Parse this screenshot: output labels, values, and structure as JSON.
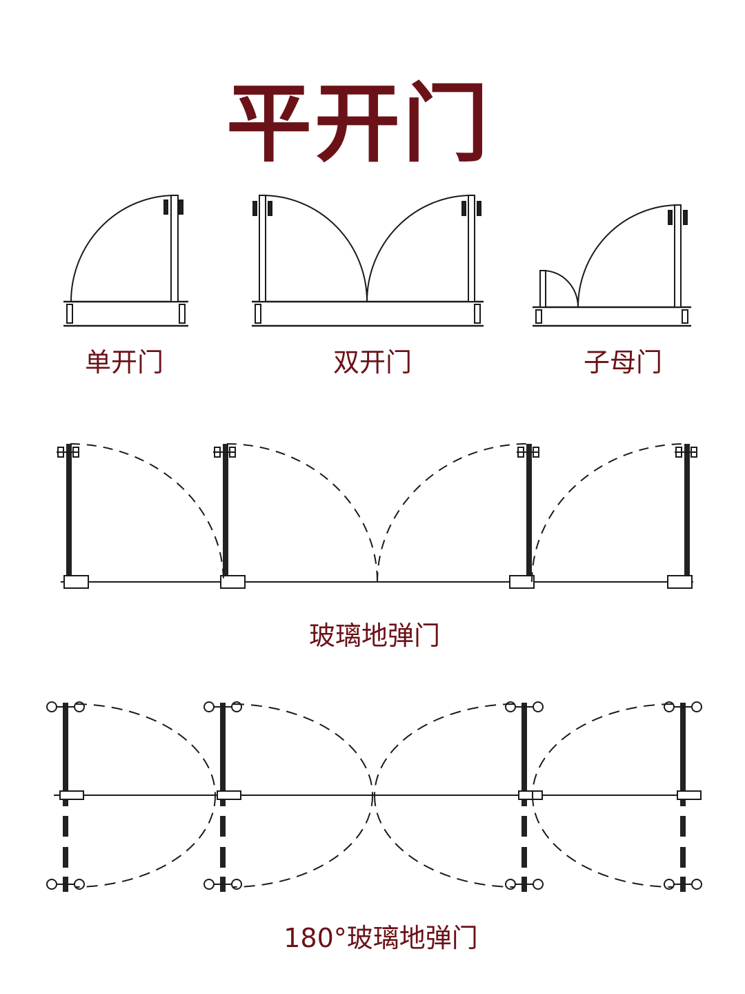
{
  "title": "平开门",
  "labels": {
    "single": "单开门",
    "double": "双开门",
    "mother_son": "子母门",
    "floor_spring": "玻璃地弹门",
    "floor_spring_180": "180°玻璃地弹门"
  },
  "colors": {
    "accent": "#6b1218",
    "line": "#1a1a1a"
  }
}
